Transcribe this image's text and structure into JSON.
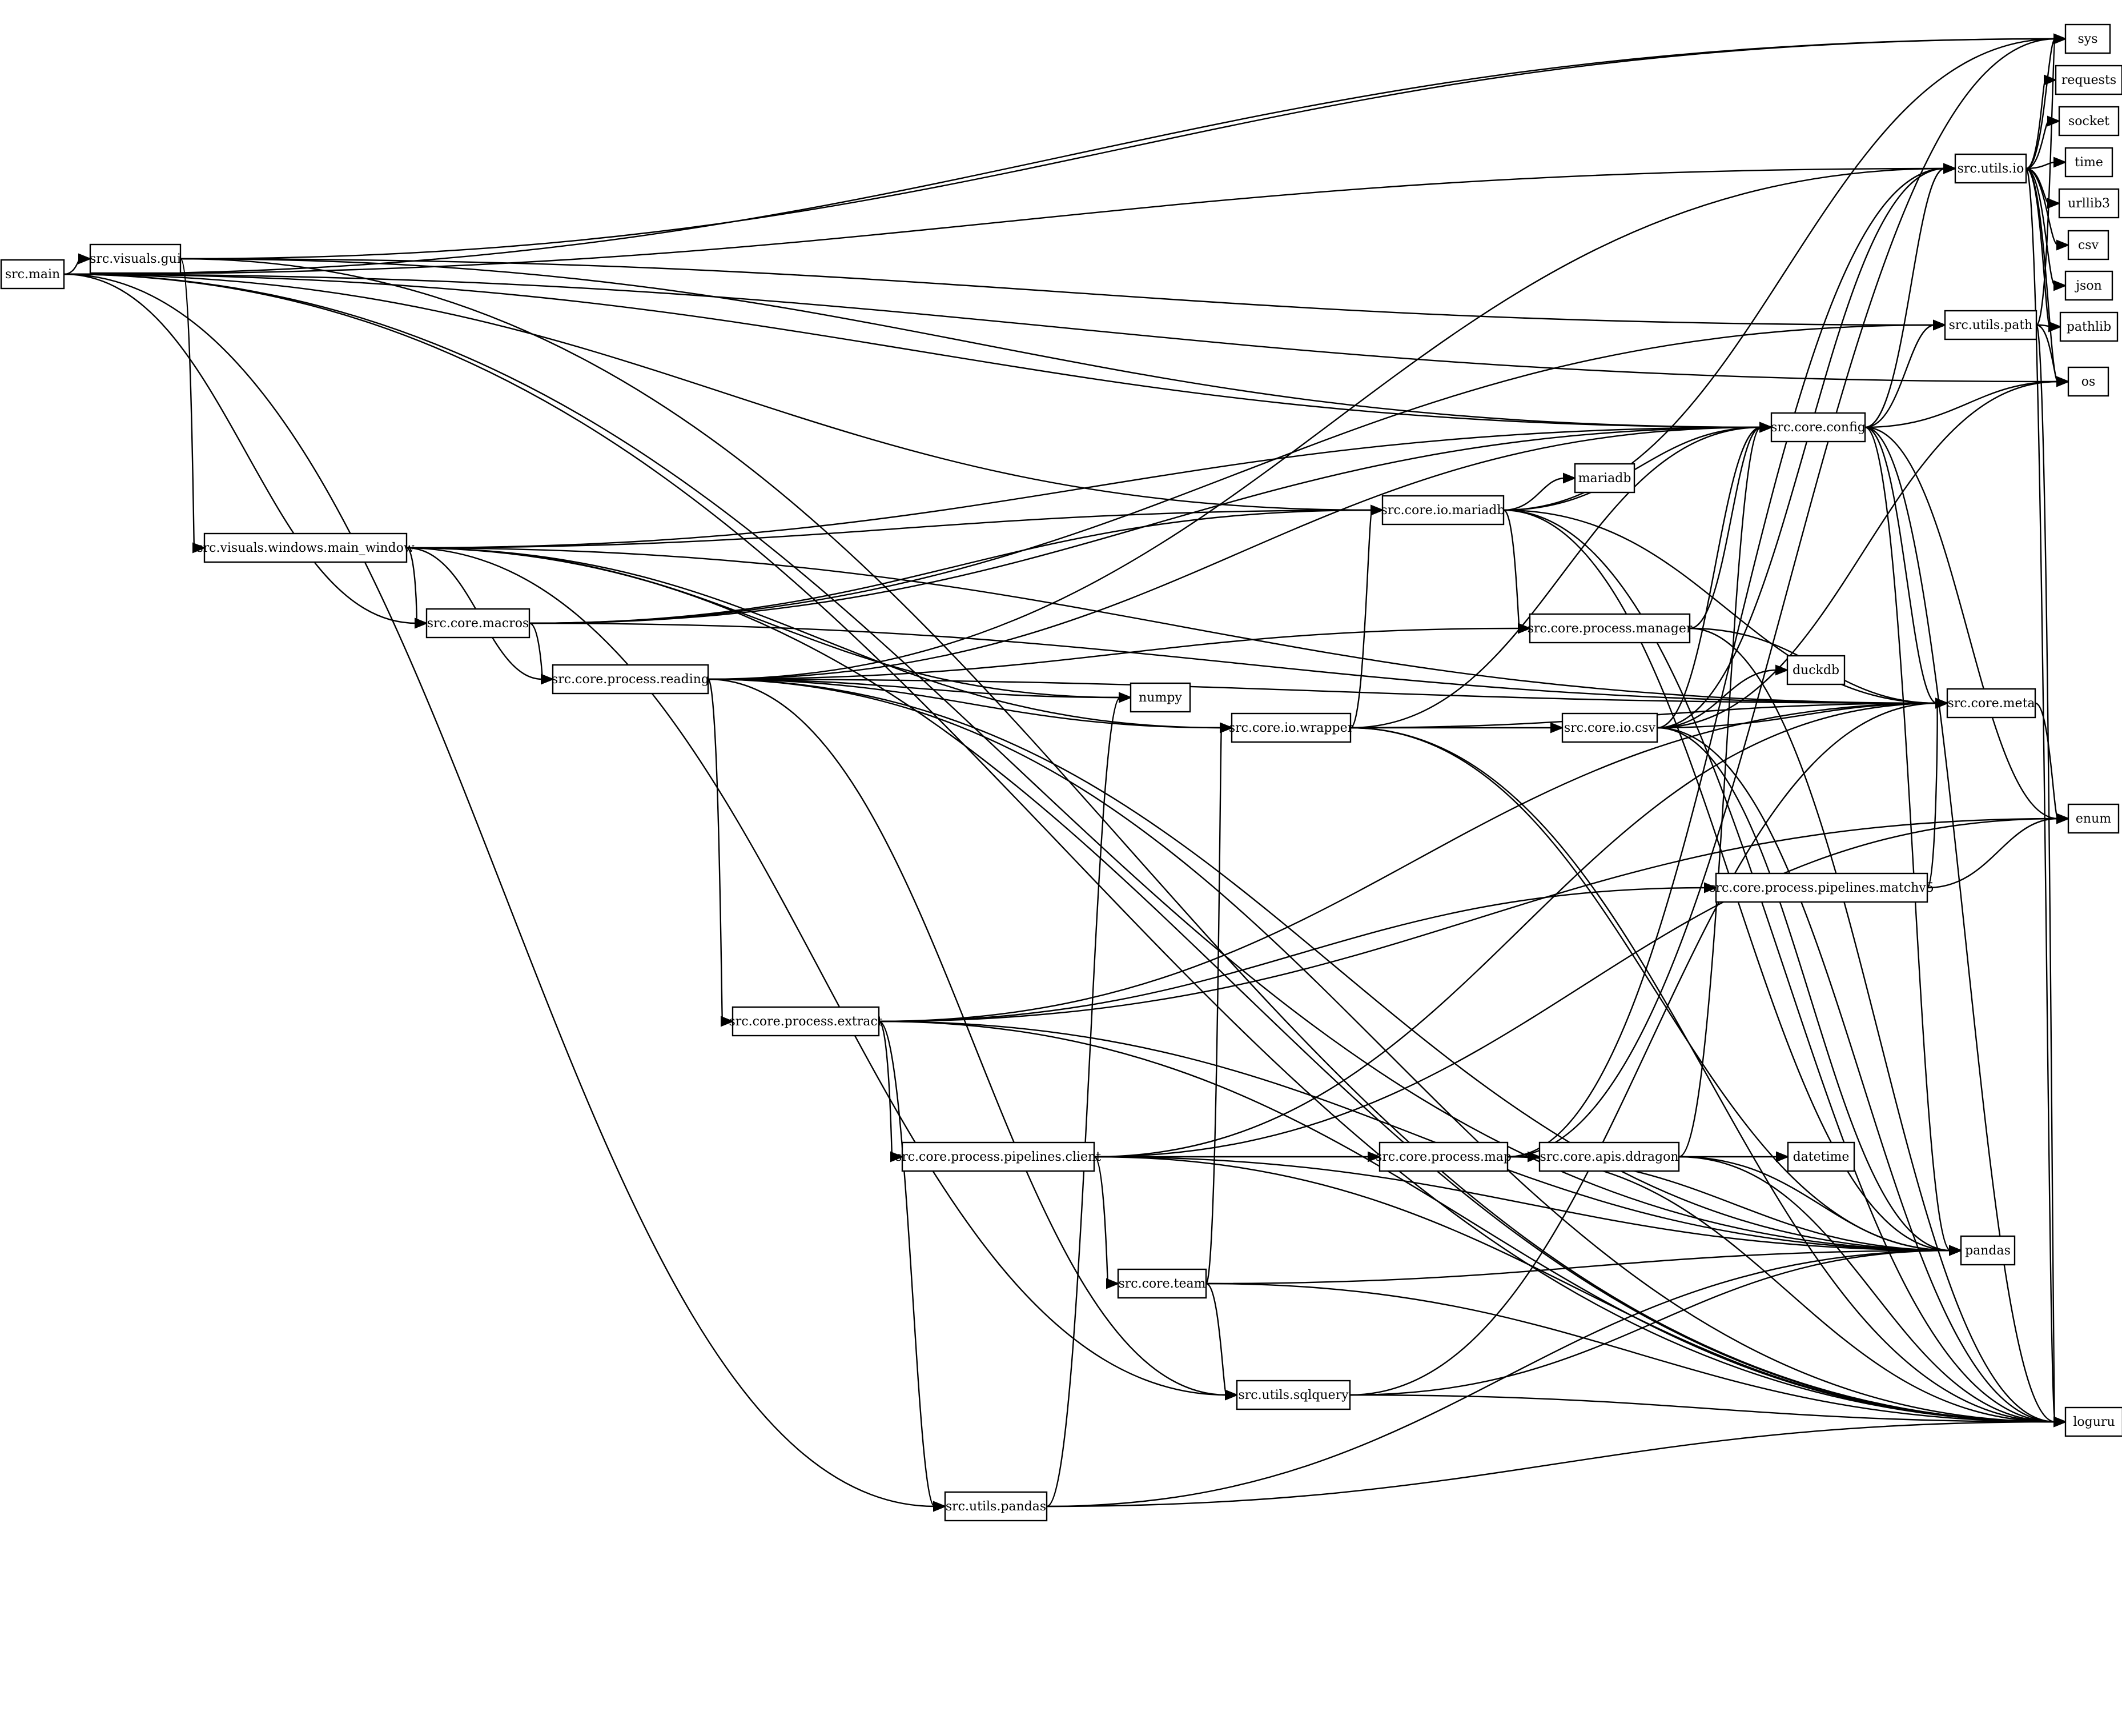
{
  "diagram": {
    "type": "dependency-graph",
    "direction": "left-to-right",
    "nodes": [
      {
        "id": "src_main",
        "label": "src.main"
      },
      {
        "id": "src_visuals_gui",
        "label": "src.visuals.gui"
      },
      {
        "id": "src_visuals_windows_main_window",
        "label": "src.visuals.windows.main_window"
      },
      {
        "id": "src_core_macros",
        "label": "src.core.macros"
      },
      {
        "id": "src_core_process_reading",
        "label": "src.core.process.reading"
      },
      {
        "id": "src_core_process_extract",
        "label": "src.core.process.extract"
      },
      {
        "id": "src_core_process_pipelines_client",
        "label": "src.core.process.pipelines.client"
      },
      {
        "id": "src_utils_pandas",
        "label": "src.utils.pandas"
      },
      {
        "id": "src_core_team",
        "label": "src.core.team"
      },
      {
        "id": "src_utils_sqlquery",
        "label": "src.utils.sqlquery"
      },
      {
        "id": "numpy",
        "label": "numpy"
      },
      {
        "id": "src_core_io_wrapper",
        "label": "src.core.io.wrapper"
      },
      {
        "id": "src_core_io_mariadb",
        "label": "src.core.io.mariadb"
      },
      {
        "id": "mariadb",
        "label": "mariadb"
      },
      {
        "id": "src_core_process_map",
        "label": "src.core.process.map"
      },
      {
        "id": "src_core_apis_ddragon",
        "label": "src.core.apis.ddragon"
      },
      {
        "id": "datetime",
        "label": "datetime"
      },
      {
        "id": "src_core_process_manager",
        "label": "src.core.process.manager"
      },
      {
        "id": "src_core_io_csv",
        "label": "src.core.io.csv"
      },
      {
        "id": "duckdb",
        "label": "duckdb"
      },
      {
        "id": "src_core_process_pipelines_matchv5",
        "label": "src.core.process.pipelines.matchv5"
      },
      {
        "id": "src_core_config",
        "label": "src.core.config"
      },
      {
        "id": "src_utils_io",
        "label": "src.utils.io"
      },
      {
        "id": "src_utils_path",
        "label": "src.utils.path"
      },
      {
        "id": "src_core_meta",
        "label": "src.core.meta"
      },
      {
        "id": "pandas",
        "label": "pandas"
      },
      {
        "id": "sys",
        "label": "sys"
      },
      {
        "id": "requests",
        "label": "requests"
      },
      {
        "id": "socket",
        "label": "socket"
      },
      {
        "id": "time",
        "label": "time"
      },
      {
        "id": "urllib3",
        "label": "urllib3"
      },
      {
        "id": "csv",
        "label": "csv"
      },
      {
        "id": "json",
        "label": "json"
      },
      {
        "id": "pathlib",
        "label": "pathlib"
      },
      {
        "id": "os",
        "label": "os"
      },
      {
        "id": "enum",
        "label": "enum"
      },
      {
        "id": "loguru",
        "label": "loguru"
      }
    ],
    "edges": [
      [
        "src_main",
        "src_visuals_gui"
      ],
      [
        "src_main",
        "sys"
      ],
      [
        "src_main",
        "src_utils_io"
      ],
      [
        "src_main",
        "os"
      ],
      [
        "src_main",
        "src_core_config"
      ],
      [
        "src_main",
        "src_core_io_mariadb"
      ],
      [
        "src_main",
        "src_core_macros"
      ],
      [
        "src_main",
        "src_utils_pandas"
      ],
      [
        "src_main",
        "pandas"
      ],
      [
        "src_main",
        "loguru"
      ],
      [
        "src_visuals_gui",
        "sys"
      ],
      [
        "src_visuals_gui",
        "src_visuals_windows_main_window"
      ],
      [
        "src_visuals_gui",
        "src_core_config"
      ],
      [
        "src_visuals_gui",
        "src_utils_path"
      ],
      [
        "src_visuals_gui",
        "loguru"
      ],
      [
        "src_visuals_windows_main_window",
        "src_core_macros"
      ],
      [
        "src_visuals_windows_main_window",
        "src_core_process_reading"
      ],
      [
        "src_visuals_windows_main_window",
        "src_core_config"
      ],
      [
        "src_visuals_windows_main_window",
        "src_core_io_mariadb"
      ],
      [
        "src_visuals_windows_main_window",
        "src_core_io_wrapper"
      ],
      [
        "src_visuals_windows_main_window",
        "numpy"
      ],
      [
        "src_visuals_windows_main_window",
        "src_core_meta"
      ],
      [
        "src_visuals_windows_main_window",
        "src_utils_sqlquery"
      ],
      [
        "src_visuals_windows_main_window",
        "loguru"
      ],
      [
        "src_core_macros",
        "src_core_process_reading"
      ],
      [
        "src_core_macros",
        "src_core_io_mariadb"
      ],
      [
        "src_core_macros",
        "src_core_config"
      ],
      [
        "src_core_macros",
        "src_utils_path"
      ],
      [
        "src_core_macros",
        "src_core_meta"
      ],
      [
        "src_core_process_reading",
        "src_core_process_extract"
      ],
      [
        "src_core_process_reading",
        "numpy"
      ],
      [
        "src_core_process_reading",
        "src_core_io_wrapper"
      ],
      [
        "src_core_process_reading",
        "src_core_process_manager"
      ],
      [
        "src_core_process_reading",
        "src_core_config"
      ],
      [
        "src_core_process_reading",
        "src_utils_io"
      ],
      [
        "src_core_process_reading",
        "src_core_meta"
      ],
      [
        "src_core_process_reading",
        "src_utils_sqlquery"
      ],
      [
        "src_core_process_reading",
        "pandas"
      ],
      [
        "src_core_process_reading",
        "loguru"
      ],
      [
        "src_core_process_extract",
        "src_core_process_pipelines_client"
      ],
      [
        "src_core_process_extract",
        "src_utils_pandas"
      ],
      [
        "src_core_process_extract",
        "src_core_process_pipelines_matchv5"
      ],
      [
        "src_core_process_extract",
        "src_core_meta"
      ],
      [
        "src_core_process_extract",
        "enum"
      ],
      [
        "src_core_process_extract",
        "pandas"
      ],
      [
        "src_core_process_extract",
        "loguru"
      ],
      [
        "src_core_process_pipelines_client",
        "src_core_process_map"
      ],
      [
        "src_core_process_pipelines_client",
        "src_core_team"
      ],
      [
        "src_core_process_pipelines_client",
        "src_core_meta"
      ],
      [
        "src_core_process_pipelines_client",
        "enum"
      ],
      [
        "src_core_process_pipelines_client",
        "pandas"
      ],
      [
        "src_core_process_pipelines_client",
        "loguru"
      ],
      [
        "src_utils_pandas",
        "numpy"
      ],
      [
        "src_utils_pandas",
        "pandas"
      ],
      [
        "src_utils_pandas",
        "loguru"
      ],
      [
        "src_core_team",
        "src_utils_sqlquery"
      ],
      [
        "src_core_team",
        "src_core_io_wrapper"
      ],
      [
        "src_core_team",
        "pandas"
      ],
      [
        "src_core_team",
        "loguru"
      ],
      [
        "src_utils_sqlquery",
        "src_core_meta"
      ],
      [
        "src_utils_sqlquery",
        "pandas"
      ],
      [
        "src_utils_sqlquery",
        "loguru"
      ],
      [
        "src_core_io_wrapper",
        "src_core_io_mariadb"
      ],
      [
        "src_core_io_wrapper",
        "src_core_io_csv"
      ],
      [
        "src_core_io_wrapper",
        "src_core_config"
      ],
      [
        "src_core_io_wrapper",
        "src_core_meta"
      ],
      [
        "src_core_io_wrapper",
        "pandas"
      ],
      [
        "src_core_io_wrapper",
        "loguru"
      ],
      [
        "src_core_io_mariadb",
        "mariadb"
      ],
      [
        "src_core_io_mariadb",
        "src_core_config"
      ],
      [
        "src_core_io_mariadb",
        "src_core_process_manager"
      ],
      [
        "src_core_io_mariadb",
        "sys"
      ],
      [
        "src_core_io_mariadb",
        "src_core_meta"
      ],
      [
        "src_core_io_mariadb",
        "pandas"
      ],
      [
        "src_core_io_mariadb",
        "loguru"
      ],
      [
        "src_core_process_map",
        "src_core_apis_ddragon"
      ],
      [
        "src_core_process_map",
        "src_utils_io"
      ],
      [
        "src_core_process_map",
        "sys"
      ],
      [
        "src_core_process_map",
        "pandas"
      ],
      [
        "src_core_process_map",
        "loguru"
      ],
      [
        "src_core_apis_ddragon",
        "datetime"
      ],
      [
        "src_core_apis_ddragon",
        "src_core_config"
      ],
      [
        "src_core_apis_ddragon",
        "pandas"
      ],
      [
        "src_core_apis_ddragon",
        "loguru"
      ],
      [
        "src_core_process_manager",
        "src_core_config"
      ],
      [
        "src_core_process_manager",
        "src_core_meta"
      ],
      [
        "src_core_process_manager",
        "loguru"
      ],
      [
        "src_core_io_csv",
        "duckdb"
      ],
      [
        "src_core_io_csv",
        "src_core_config"
      ],
      [
        "src_core_io_csv",
        "src_utils_io"
      ],
      [
        "src_core_io_csv",
        "src_core_meta"
      ],
      [
        "src_core_io_csv",
        "os"
      ],
      [
        "src_core_io_csv",
        "pandas"
      ],
      [
        "src_core_io_csv",
        "loguru"
      ],
      [
        "src_core_process_pipelines_matchv5",
        "src_core_meta"
      ],
      [
        "src_core_process_pipelines_matchv5",
        "enum"
      ],
      [
        "src_core_config",
        "src_utils_io"
      ],
      [
        "src_core_config",
        "src_utils_path"
      ],
      [
        "src_core_config",
        "os"
      ],
      [
        "src_core_config",
        "src_core_meta"
      ],
      [
        "src_core_config",
        "enum"
      ],
      [
        "src_core_config",
        "pandas"
      ],
      [
        "src_core_config",
        "loguru"
      ],
      [
        "src_utils_io",
        "sys"
      ],
      [
        "src_utils_io",
        "requests"
      ],
      [
        "src_utils_io",
        "socket"
      ],
      [
        "src_utils_io",
        "time"
      ],
      [
        "src_utils_io",
        "urllib3"
      ],
      [
        "src_utils_io",
        "csv"
      ],
      [
        "src_utils_io",
        "json"
      ],
      [
        "src_utils_io",
        "pathlib"
      ],
      [
        "src_utils_io",
        "os"
      ],
      [
        "src_utils_io",
        "loguru"
      ],
      [
        "src_utils_path",
        "sys"
      ],
      [
        "src_utils_path",
        "pathlib"
      ],
      [
        "src_utils_path",
        "os"
      ],
      [
        "src_utils_path",
        "loguru"
      ],
      [
        "src_core_meta",
        "enum"
      ]
    ]
  }
}
